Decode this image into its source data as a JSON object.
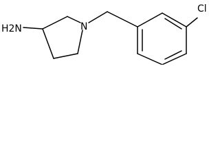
{
  "molecule": {
    "atoms": {
      "amine_group": "H2N",
      "ring_nitrogen": "N",
      "chlorine": "Cl"
    }
  }
}
